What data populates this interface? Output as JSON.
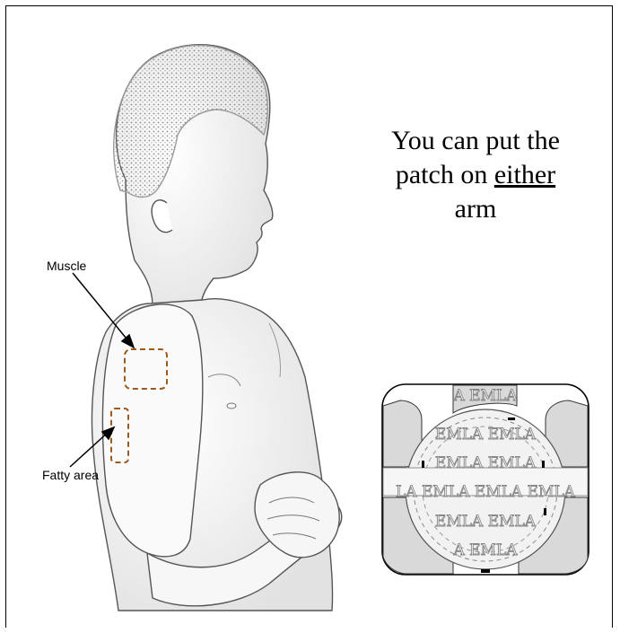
{
  "caption": {
    "line1": "You can put the",
    "line2_prefix": "patch on ",
    "line2_emphasis": "either",
    "line3": "arm"
  },
  "labels": {
    "muscle": "Muscle",
    "fatty_area": "Fatty area"
  },
  "patch": {
    "watermark_text": "EMLA",
    "rows": [
      "A EMLA",
      "EMLA EMLA",
      "EMLA EMLA",
      "LA EMLA EMLA EMLA",
      "EMLA EMLA",
      "A EMLA"
    ]
  },
  "colors": {
    "injection_zone": "#9a5a1e",
    "outline": "#000000",
    "sketch": "#555555"
  }
}
